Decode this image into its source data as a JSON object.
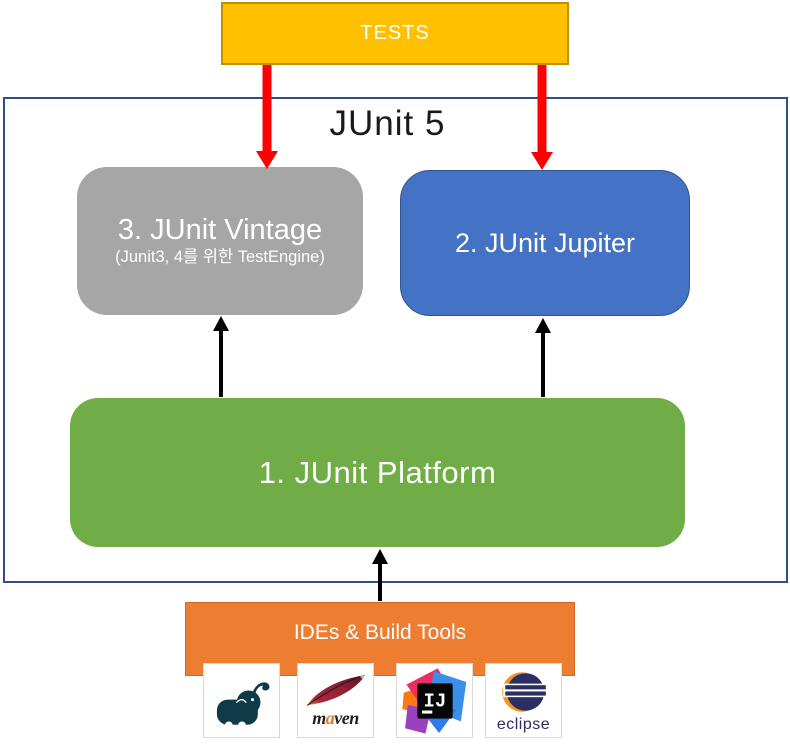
{
  "diagram": {
    "tests": {
      "label": "TESTS"
    },
    "junit5": {
      "title": "JUnit 5",
      "vintage": {
        "title": "3. JUnit Vintage",
        "subtitle": "(Junit3, 4를 위한 TestEngine)"
      },
      "jupiter": {
        "title": "2. JUnit Jupiter"
      },
      "platform": {
        "title": "1. JUnit Platform"
      }
    },
    "ides": {
      "title": "IDEs & Build Tools"
    },
    "logos": {
      "maven": {
        "wordmark_m": "m",
        "wordmark_a": "a",
        "wordmark_ven": "ven"
      },
      "intellij": {
        "monogram": "IJ"
      },
      "eclipse": {
        "wordmark": "eclipse"
      }
    },
    "arrows": [
      {
        "from": "tests",
        "to": "junit-vintage",
        "color": "red",
        "direction": "down"
      },
      {
        "from": "tests",
        "to": "junit-jupiter",
        "color": "red",
        "direction": "down"
      },
      {
        "from": "junit-platform",
        "to": "junit-vintage",
        "color": "black",
        "direction": "up"
      },
      {
        "from": "junit-platform",
        "to": "junit-jupiter",
        "color": "black",
        "direction": "up"
      },
      {
        "from": "ides-build-tools",
        "to": "junit-platform",
        "color": "black",
        "direction": "up"
      }
    ]
  },
  "colors": {
    "tests_yellow": "#FFC000",
    "tests_border": "#BF9000",
    "vintage_gray": "#A6A6A6",
    "jupiter_blue": "#4472C4",
    "jupiter_border": "#2F5597",
    "platform_green": "#70AD47",
    "ides_orange": "#ED7D31",
    "ides_border": "#CB6A24",
    "container_border": "#2F5087",
    "arrow_red": "#FF0000",
    "arrow_black": "#000000",
    "gradle_teal": "#0F3B49",
    "maven_orange": "#E97826",
    "maven_dark": "#1F1F1F",
    "eclipse_navy": "#2C2F63",
    "eclipse_orange": "#F7941E",
    "ij_pink": "#ED2D63",
    "ij_blue": "#3A8FE8",
    "ij_blue2": "#2E7CEB",
    "ij_purple": "#9A41C0",
    "ij_orange": "#F97A12"
  }
}
